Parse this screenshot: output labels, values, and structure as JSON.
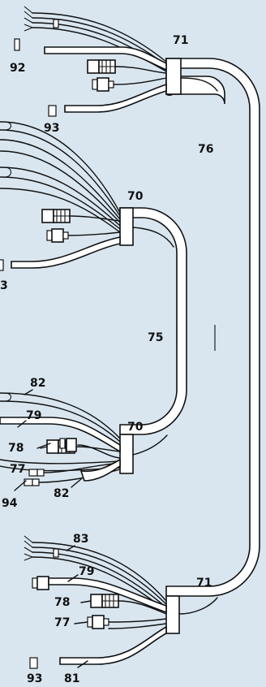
{
  "colors": {
    "background": "#d9e6f0",
    "line": "#111111",
    "fill": "#ffffff"
  },
  "labels": {
    "l71_top": "71",
    "l92": "92",
    "l93_top": "93",
    "l76": "76",
    "l70_mid": "70",
    "l75": "75",
    "l82_a": "82",
    "l79_a": "79",
    "l78_a": "78",
    "l70_low": "70",
    "l77_a": "77",
    "l94": "94",
    "l82_b": "82",
    "l83": "83",
    "l79_b": "79",
    "l71_bottom": "71",
    "l78_b": "78",
    "l77_b": "77",
    "l93_bottom": "93",
    "l81": "81",
    "l93_cut": "3"
  }
}
